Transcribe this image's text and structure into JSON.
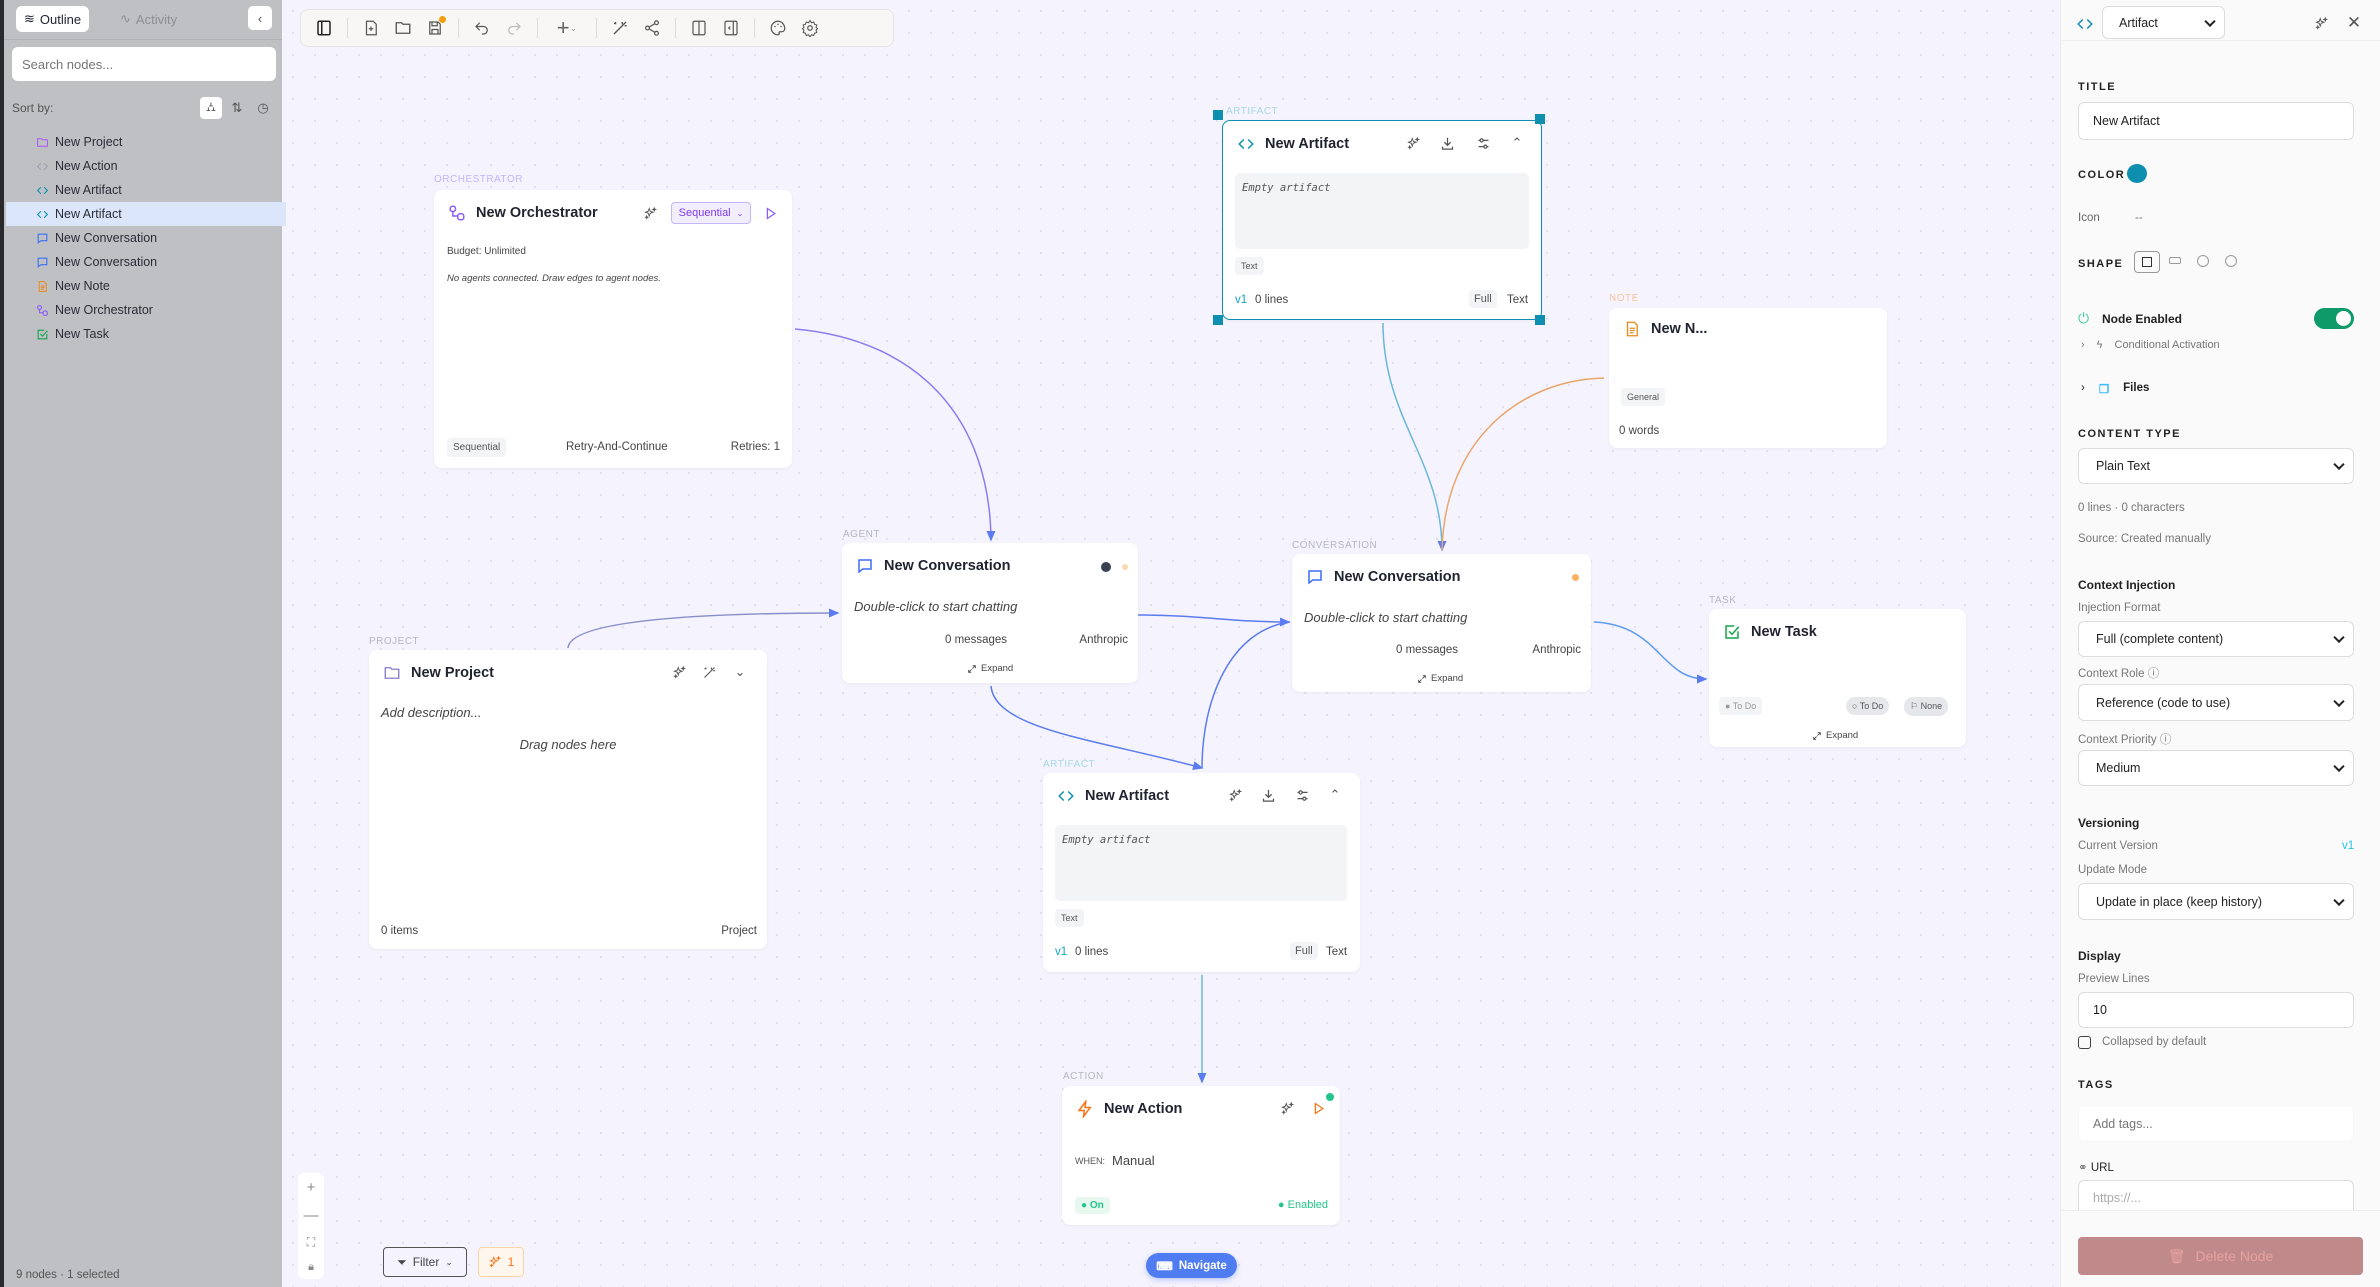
{
  "sidebar": {
    "tabs": [
      {
        "label": "Outline",
        "active": true
      },
      {
        "label": "Activity",
        "active": false
      }
    ],
    "search_placeholder": "Search nodes...",
    "sort_label": "Sort by:",
    "items": [
      {
        "label": "New Project",
        "icon": "folder-icon",
        "color": "#a855f7"
      },
      {
        "label": "New Action",
        "icon": "code-icon",
        "color": "#9ca3af"
      },
      {
        "label": "New Artifact",
        "icon": "code-icon",
        "color": "#0e8fb0"
      },
      {
        "label": "New Artifact",
        "icon": "code-icon",
        "color": "#0e8fb0",
        "selected": true
      },
      {
        "label": "New Conversation",
        "icon": "chat-icon",
        "color": "#3b6ff5"
      },
      {
        "label": "New Conversation",
        "icon": "chat-icon",
        "color": "#3b6ff5"
      },
      {
        "label": "New Note",
        "icon": "note-icon",
        "color": "#ea8a1e"
      },
      {
        "label": "New Orchestrator",
        "icon": "orchestrator-icon",
        "color": "#8b5cf6"
      },
      {
        "label": "New Task",
        "icon": "task-icon",
        "color": "#16a34a"
      }
    ],
    "footer": "9 nodes · 1 selected"
  },
  "canvas": {
    "orchestrator": {
      "type_label": "ORCHESTRATOR",
      "title": "New Orchestrator",
      "mode": "Sequential",
      "budget": "Budget: Unlimited",
      "empty": "No agents connected. Draw edges to agent nodes.",
      "chip": "Sequential",
      "policy": "Retry-And-Continue",
      "retries": "Retries: 1"
    },
    "artifact_top": {
      "type_label": "ARTIFACT",
      "title": "New Artifact",
      "content": "Empty artifact",
      "chip": "Text",
      "version": "v1",
      "lines": "0 lines",
      "mode": "Full",
      "format": "Text"
    },
    "note": {
      "type_label": "NOTE",
      "title": "New N...",
      "chip": "General",
      "words": "0 words"
    },
    "agent": {
      "type_label": "AGENT",
      "title": "New Conversation",
      "hint": "Double-click to start chatting",
      "messages": "0 messages",
      "provider": "Anthropic",
      "expand": "Expand"
    },
    "conversation": {
      "type_label": "CONVERSATION",
      "title": "New Conversation",
      "hint": "Double-click to start chatting",
      "messages": "0 messages",
      "provider": "Anthropic",
      "expand": "Expand"
    },
    "task": {
      "type_label": "TASK",
      "title": "New Task",
      "status": "To Do",
      "status2": "To Do",
      "priority": "None",
      "expand": "Expand"
    },
    "project": {
      "type_label": "PROJECT",
      "title": "New Project",
      "description": "Add description...",
      "drop_hint": "Drag nodes here",
      "items": "0 items",
      "kind": "Project"
    },
    "artifact_bottom": {
      "type_label": "ARTIFACT",
      "title": "New Artifact",
      "content": "Empty artifact",
      "chip": "Text",
      "version": "v1",
      "lines": "0 lines",
      "mode": "Full",
      "format": "Text"
    },
    "action": {
      "type_label": "ACTION",
      "title": "New Action",
      "when_label": "WHEN:",
      "when": "Manual",
      "on": "On",
      "enabled": "Enabled"
    },
    "filter_label": "Filter",
    "suggestions_count": "1",
    "navigate_label": "Navigate"
  },
  "panel": {
    "node_type": "Artifact",
    "title_label": "TITLE",
    "title_value": "New Artifact",
    "color_label": "COLOR",
    "color": "#0e8fb0",
    "icon_label": "Icon",
    "icon_value": "--",
    "shape_label": "SHAPE",
    "node_enabled": "Node Enabled",
    "enabled": true,
    "conditional": "Conditional Activation",
    "files": "Files",
    "content_type_label": "CONTENT TYPE",
    "content_type": "Plain Text",
    "stats": "0 lines · 0 characters",
    "source": "Source: Created manually",
    "context_injection": "Context Injection",
    "injection_format_label": "Injection Format",
    "injection_format": "Full (complete content)",
    "context_role_label": "Context Role",
    "context_role": "Reference (code to use)",
    "context_priority_label": "Context Priority",
    "context_priority": "Medium",
    "versioning": "Versioning",
    "current_version_label": "Current Version",
    "current_version": "v1",
    "update_mode_label": "Update Mode",
    "update_mode": "Update in place (keep history)",
    "display": "Display",
    "preview_lines_label": "Preview Lines",
    "preview_lines": "10",
    "collapsed_label": "Collapsed by default",
    "collapsed": false,
    "tags_label": "TAGS",
    "tags_placeholder": "Add tags...",
    "url_label": "URL",
    "url_placeholder": "https://...",
    "delete_label": "Delete Node"
  }
}
